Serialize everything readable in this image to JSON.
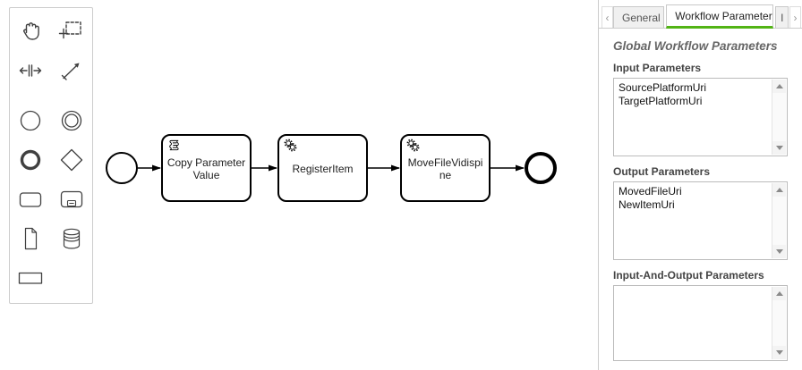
{
  "palette": {
    "tools": [
      "hand-tool",
      "lasso-tool",
      "space-tool",
      "global-connect-tool",
      "create-start-event",
      "create-intermediate-event",
      "create-end-event",
      "create-gateway",
      "create-task",
      "create-subprocess",
      "create-data-object",
      "create-data-store",
      "create-participant"
    ]
  },
  "canvas": {
    "start_event": {
      "type": "start-event"
    },
    "end_event": {
      "type": "end-event"
    },
    "tasks": [
      {
        "label": "Copy Parameter Value",
        "icon": "script-task-icon"
      },
      {
        "label": "RegisterItem",
        "icon": "service-task-icon"
      },
      {
        "label": "MoveFileVidispine",
        "icon": "service-task-icon"
      }
    ]
  },
  "properties_panel": {
    "accent_color": "#52b415",
    "tab_scroll_left": "‹",
    "tab_scroll_right": "›",
    "tabs": [
      {
        "label": "General",
        "active": false
      },
      {
        "label": "Workflow Parameters",
        "active": true
      },
      {
        "label": "I",
        "active": false
      }
    ],
    "heading": "Global Workflow Parameters",
    "groups": [
      {
        "label": "Input Parameters",
        "value": "SourcePlatformUri\nTargetPlatformUri"
      },
      {
        "label": "Output Parameters",
        "value": "MovedFileUri\nNewItemUri"
      },
      {
        "label": "Input-And-Output Parameters",
        "value": ""
      }
    ]
  }
}
